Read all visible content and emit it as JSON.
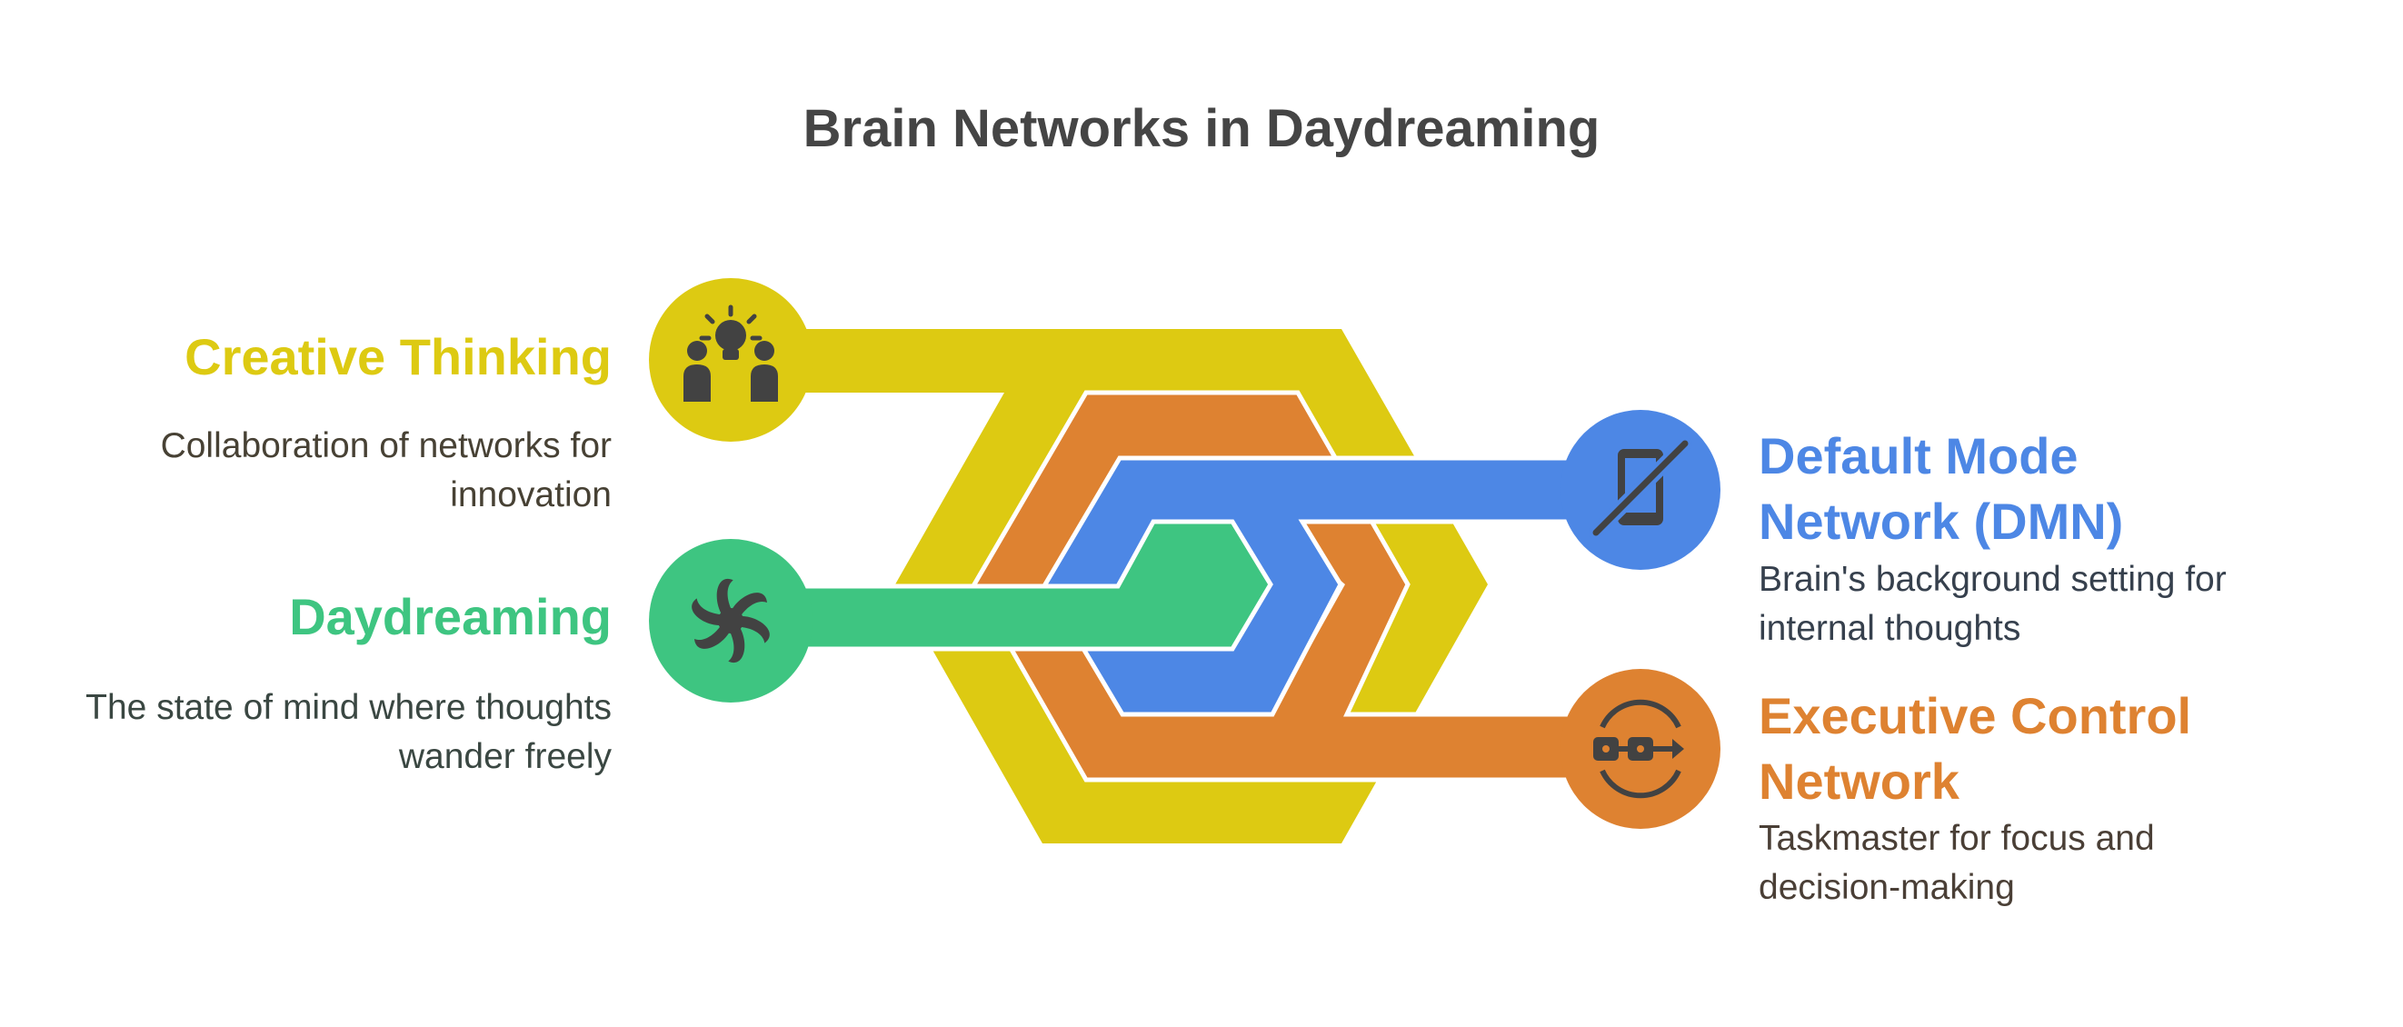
{
  "title": "Brain Networks in Daydreaming",
  "colors": {
    "yellow": "#DDCA12",
    "orange": "#DE8231",
    "blue": "#4D87E5",
    "green": "#3EC581",
    "icon": "#424242",
    "title": "#454545"
  },
  "nodes": {
    "creative": {
      "heading": "Creative Thinking",
      "description": "Collaboration of networks for innovation",
      "icon": "lightbulb-people-icon"
    },
    "daydreaming": {
      "heading": "Daydreaming",
      "description": "The state of mind where thoughts wander freely",
      "icon": "swirl-icon"
    },
    "dmn": {
      "heading": "Default Mode Network (DMN)",
      "description": "Brain's background setting for internal thoughts",
      "icon": "phone-off-icon"
    },
    "ecn": {
      "heading": "Executive Control Network",
      "description": "Taskmaster for focus and decision-making",
      "icon": "network-cycle-icon"
    }
  }
}
